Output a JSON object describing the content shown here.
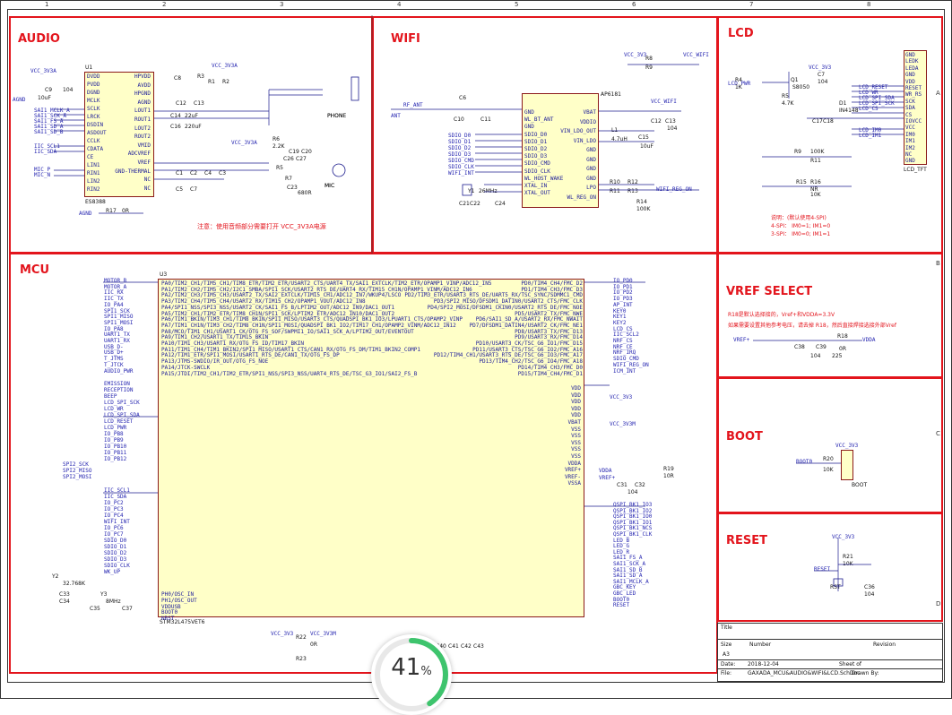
{
  "sheet": {
    "top_ruler": [
      "1",
      "2",
      "3",
      "4",
      "5",
      "6",
      "7",
      "8"
    ],
    "side_ruler": [
      "A",
      "B",
      "C",
      "D"
    ],
    "sections": {
      "audio": "AUDIO",
      "wifi": "WIFI",
      "lcd": "LCD",
      "mcu": "MCU",
      "vref": "VREF SELECT",
      "boot": "BOOT",
      "reset": "RESET"
    }
  },
  "audio": {
    "chip_ref": "U1",
    "chip_part": "ES8388",
    "left_pins": [
      "DVDD",
      "PVDD",
      "DGND",
      "MCLK",
      "SCLK",
      "LRCK",
      "DSDIN",
      "ASDOUT",
      "CCLK",
      "CDATA",
      "CE",
      "LIN1",
      "RIN1",
      "LIN2",
      "RIN2"
    ],
    "right_pins": [
      "HPVDD",
      "AVDD",
      "HPGND",
      "AGND",
      "LOUT1",
      "ROUT1",
      "LOUT2",
      "ROUT2",
      "VMID",
      "ADCVREF",
      "VREF",
      "GND-THERMAL",
      "NC",
      "NC"
    ],
    "nets_left": [
      "SAI1_MCLK_A",
      "SAI1_SCK_A",
      "SAI1_FS_A",
      "SAI1_SD_A",
      "SAI1_SD_B",
      "IIC_SCL1",
      "IIC_SDA",
      "MIC_P",
      "MIC_N"
    ],
    "power": "VCC_3V3A",
    "parts": [
      "C9",
      "104",
      "10uF",
      "C8",
      "R3",
      "R1",
      "R2",
      "C12",
      "C13",
      "C14",
      "C16",
      "22uF",
      "220uF",
      "C1",
      "C2",
      "C4",
      "C3",
      "C5",
      "C7",
      "R17",
      "0R",
      "PHONE",
      "R6",
      "2.2K",
      "C19",
      "C20",
      "R5",
      "R7",
      "C23",
      "C26",
      "C27",
      "680R",
      "MIC"
    ],
    "note": "注意：使用音频部分需要打开 VCC_3V3A电源",
    "gnd": "AGND"
  },
  "wifi": {
    "chip_part": "AP6181",
    "left_pins": [
      "GND",
      "WL_BT_ANT",
      "GND",
      "SDIO_D0",
      "SDIO_D1",
      "SDIO_D2",
      "SDIO_D3",
      "SDIO_CMD",
      "SDIO_CLK",
      "WL_HOST_WAKE",
      "XTAL_IN",
      "XTAL_OUT"
    ],
    "right_pins": [
      "VBAT",
      "VDDIO",
      "VIN_LDO_OUT",
      "VIN_LDO",
      "GND",
      "GND",
      "GND",
      "GND",
      "LPO",
      "WL_REG_ON"
    ],
    "nets": [
      "RF_ANT",
      "ANT",
      "SDIO_D0",
      "SDIO_D1",
      "SDIO_D2",
      "SDIO_D3",
      "SDIO_CMD",
      "SDIO_CLK",
      "WIFI_INT",
      "VCC_3V3",
      "VCC_WIFI",
      "WIFI_REG_ON"
    ],
    "parts": [
      "C6",
      "C10",
      "C11",
      "C12",
      "C13",
      "C15",
      "L1",
      "4.7uH",
      "R8",
      "R9",
      "R10",
      "R11",
      "R12",
      "R13",
      "R14",
      "100K",
      "Y1",
      "26MHz",
      "C21",
      "C22",
      "C24",
      "10uF",
      "104"
    ]
  },
  "lcd": {
    "connector": "LCD_TFT",
    "pins": [
      "GND",
      "LEDK",
      "LEDA",
      "GND",
      "VDD",
      "RESET",
      "WR_RS",
      "SCK",
      "SDA",
      "CS",
      "IOVCC",
      "VCC",
      "IM0",
      "IM1",
      "IM2",
      "NC",
      "GND"
    ],
    "nets": [
      "LCD_RESET",
      "LCD_WR",
      "LCD_SPI_SDA",
      "LCD_SPI_SCK",
      "LCD_CS",
      "LCD_IM0",
      "LCD_IM1",
      "LCD_PWR",
      "VCC_3V3"
    ],
    "parts": [
      "Q1",
      "S8050",
      "R4",
      "1K",
      "R5",
      "4.7K",
      "D1",
      "IN4148",
      "C7",
      "C17",
      "C18",
      "104",
      "R9",
      "100K",
      "R11",
      "R15",
      "R16",
      "NR",
      "10K"
    ],
    "note_lines": [
      "说明：(默认使用4-SPI)",
      "4-SPI： IM0=1; IM1=0",
      "3-SPI： IM0=0; IM1=1"
    ]
  },
  "mcu": {
    "chip_ref": "U3",
    "chip_part": "STM32L475VET6",
    "left_pins": [
      "PA0/TIM2_CH1/TIM5_CH1/TIM8_ETR/TIM2_ETR/USART2_CTS/UART4_TX/SAI1_EXTCLK/TIM2_ETR/OPAMP1_VINP/ADC12_IN5",
      "PA1/TIM2_CH2/TIM5_CH2/I2C1_SMBA/SPI1_SCK/USART2_RTS_DE/UART4_RX/TIM15_CH1N/OPAMP1_VINM/ADC12_IN6",
      "PA2/TIM2_CH3/TIM5_CH3/USART2_TX/SAI2_EXTCLK/TIM15_CH1/ADC12_IN7/WKUP4/LSCO",
      "PA3/TIM2_CH4/TIM5_CH4/USART2_RX/TIM15_CH2/OPAMP1_VOUT/ADC12_IN8",
      "PA4/SPI1_NSS/SPI3_NSS/USART2_CK/SAI1_FS_B/LPTIM2_OUT/ADC12_IN9/DAC1_OUT1",
      "PA5/TIM2_CH1/TIM2_ETR/TIM8_CH1N/SPI1_SCK/LPTIM2_ETR/ADC12_IN10/DAC1_OUT2",
      "PA6/TIM1_BKIN/TIM3_CH1/TIM8_BKIN/SPI1_MISO/USART3_CTS/QUADSPI_BK1_IO3/LPUART1_CTS/OPAMP2_VINP",
      "PA7/TIM1_CH1N/TIM3_CH2/TIM8_CH1N/SPI1_MOSI/QUADSPI_BK1_IO2/TIM17_CH1/OPAMP2_VINM/ADC12_IN12",
      "PA8/MCO/TIM1_CH1/USART1_CK/OTG_FS_SOF/SWPMI1_IO/SAI1_SCK_A/LPTIM2_OUT/EVENTOUT",
      "PA9/TIM1_CH2/USART1_TX/TIM15_BKIN",
      "PA10/TIM1_CH3/USART1_RX/OTG_FS_ID/TIM17_BKIN",
      "PA11/TIM1_CH4/TIM1_BKIN2/SPI1_MISO/USART1_CTS/CAN1_RX/OTG_FS_DM/TIM1_BKIN2_COMP1",
      "PA12/TIM1_ETR/SPI1_MOSI/USART1_RTS_DE/CAN1_TX/OTG_FS_DP",
      "PA13/JTMS-SWDIO/IR_OUT/OTG_FS_NOE",
      "PA14/JTCK-SWCLK",
      "PA15/JTDI/TIM2_CH1/TIM2_ETR/SPI1_NSS/SPI3_NSS/UART4_RTS_DE/TSC_G3_IO1/SAI2_FS_B"
    ],
    "nets_left": [
      "MOTOR_B",
      "MOTOR_A",
      "IIC_RX",
      "IIC_TX",
      "IO_PA4",
      "SPI1_SCK",
      "SPI1_MISO",
      "SPI1_MOSI",
      "IO_PA8",
      "UART1_TX",
      "UART1_RX",
      "USB_D-",
      "USB_D+",
      "T_JTMS",
      "T_JTCK",
      "AUDIO_PWR",
      "EMISSION",
      "RECEPTION",
      "BEEP",
      "LCD_SPI_SCK",
      "LCD_WR",
      "LCD_SPI_SDA",
      "LCD_RESET",
      "LCD_PWR",
      "IO_PB8",
      "IO_PB9",
      "IO_PB10",
      "IO_PB11",
      "IO_PB12",
      "SPI2_SCK",
      "SPI2_MISO",
      "SPI2_MOSI",
      "IIC_SCL1",
      "IIC_SDA",
      "IO_PC2",
      "IO_PC3",
      "IO_PC4",
      "WIFI_INT",
      "IO_PC6",
      "IO_PC7",
      "SDIO_D0",
      "SDIO_D1",
      "SDIO_D2",
      "SDIO_D3",
      "SDIO_CLK",
      "WK_UP"
    ],
    "right_pins": [
      "PD0/TIM4_CH4/FMC_D2",
      "PD1/TIM4_CH3/FMC_D3",
      "PD2/TIM3_ETR/USART3_RTS_DE/UART5_RX/TSC_SYNC/SDMMC1_CMD",
      "PD3/SPI2_MISO/DFSDM1_DATIN0/USART2_CTS/FMC_CLK",
      "PD4/SPI2_MOSI/DFSDM1_CKIN0/USART2_RTS_DE/FMC_NOE",
      "PD5/USART2_TX/FMC_NWE",
      "PD6/SAI1_SD_A/USART2_RX/FMC_NWAIT",
      "PD7/DFSDM1_DATIN4/USART2_CK/FMC_NE1",
      "PD8/USART3_TX/FMC_D13",
      "PD9/USART3_RX/FMC_D14",
      "PD10/USART3_CK/TSC_G6_IO1/FMC_D15",
      "PD11/USART3_CTS/TSC_G6_IO2/FMC_A16",
      "PD12/TIM4_CH1/USART3_RTS_DE/TSC_G6_IO3/FMC_A17",
      "PD13/TIM4_CH2/TSC_G6_IO4/FMC_A18",
      "PD14/TIM4_CH3/FMC_D0",
      "PD15/TIM4_CH4/FMC_D1"
    ],
    "nets_right": [
      "IO_PD0",
      "IO_PD1",
      "IO_PD2",
      "IO_PD3",
      "AP_INT",
      "KEY0",
      "KEY1",
      "KEY2",
      "LCD_CS",
      "IIC_SCL2",
      "NRF_CS",
      "NRF_CE",
      "NRF_IRQ",
      "SDIO_CMD",
      "WIFI_REG_ON",
      "ICM_INT",
      "VCC_3V3",
      "VCC_3V3M",
      "QSPI_BK1_IO3",
      "QSPI_BK1_IO2",
      "QSPI_BK1_IO0",
      "QSPI_BK1_IO1",
      "QSPI_BK1_NCS",
      "QSPI_BK1_CLK",
      "LED_B",
      "LED_G",
      "LED_R",
      "SAI1_FS_A",
      "SAI1_SCK_A",
      "SAI1_SD_B",
      "SAI1_SD_A",
      "SAI1_MCLK_A",
      "GBC_KEY",
      "GBC_LED",
      "BOOT0",
      "RESET"
    ],
    "supply": [
      "VDD",
      "VDD",
      "VDD",
      "VDD",
      "VDD",
      "VBAT",
      "VSS",
      "VSS",
      "VSS",
      "VSS",
      "VSS",
      "VDDA",
      "VREF+",
      "VREF-",
      "VSSA"
    ],
    "osc": [
      "PH0/OSC_IN",
      "PH1/OSC_OUT",
      "VDDUSB",
      "BOOT0",
      "NRST"
    ],
    "parts": [
      "Y2",
      "32.768K",
      "Y3",
      "8MHz",
      "C33",
      "C34",
      "C35",
      "C37",
      "R19",
      "10R",
      "C31",
      "C32",
      "104",
      "R22",
      "R23",
      "0R",
      "C40",
      "C41",
      "C42",
      "C43"
    ],
    "power": [
      "VCC_3V3",
      "VCC_3V3M",
      "VDDA",
      "VREF+"
    ]
  },
  "vref": {
    "note_lines": [
      "R18是默认选择接的，Vref+和VDDA=3.3V",
      "如果需要设置其他参考电压，请去掉 R18，然后直接焊接选接外部Vref"
    ],
    "nets": [
      "VREF+",
      "VDDA"
    ],
    "parts": [
      "R18",
      "0R",
      "C38",
      "C39",
      "104",
      "225"
    ]
  },
  "boot": {
    "nets": [
      "BOOT0",
      "VCC_3V3"
    ],
    "parts": [
      "R20",
      "10K",
      "BOOT"
    ]
  },
  "reset": {
    "nets": [
      "RESET",
      "VCC_3V3"
    ],
    "parts": [
      "R21",
      "10K",
      "RST",
      "C36",
      "104"
    ]
  },
  "titleblock": {
    "title_label": "Title",
    "size_label": "Size",
    "size_value": "A3",
    "number_label": "Number",
    "revision_label": "Revision",
    "date_label": "Date:",
    "date_value": "2018-12-04",
    "file_label": "File:",
    "file_value": "GAXADA_MCU&AUDIO&WIFI&LCD.SchDoc",
    "sheet_label": "Sheet of",
    "drawn_label": "Drawn By:"
  },
  "overlay": {
    "progress_value": "41",
    "progress_unit": "%",
    "progress_fraction": 0.41,
    "ring_color": "#3ec46d"
  }
}
